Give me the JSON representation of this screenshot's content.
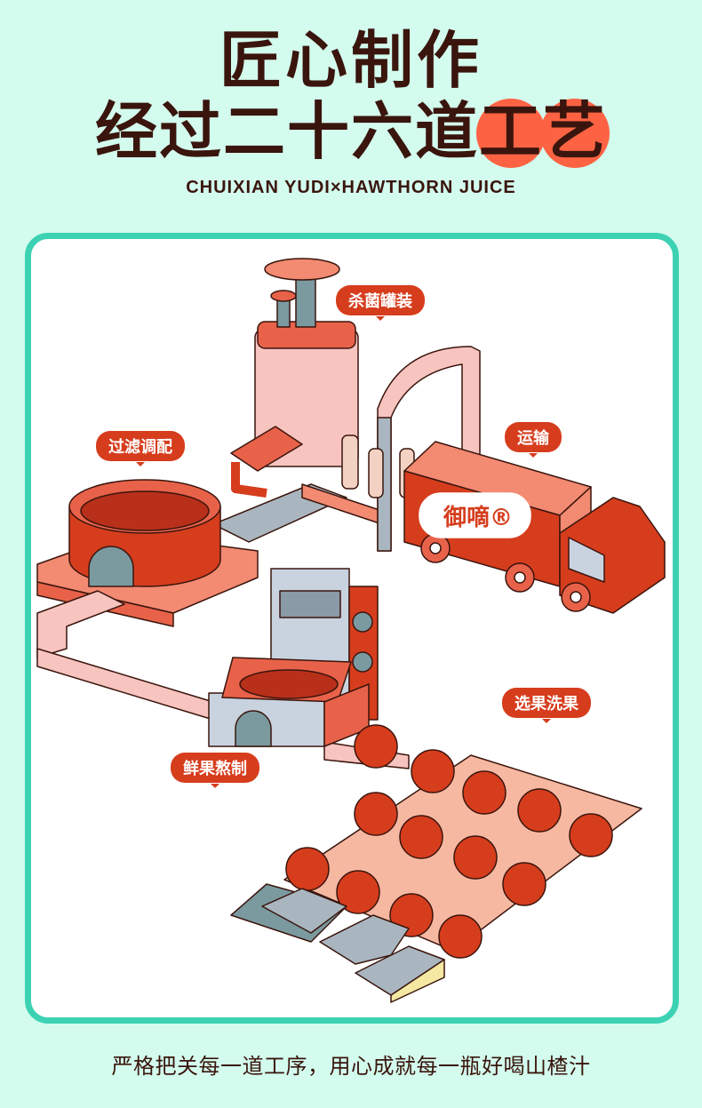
{
  "header": {
    "title_line1": "匠心制作",
    "title_line2_prefix": "经过二十六道",
    "title_highlight_1": "工",
    "title_highlight_2": "艺",
    "subtitle": "CHUIXIAN YUDI×HAWTHORN JUICE"
  },
  "process_labels": {
    "sterilize": "杀菌罐装",
    "filter": "过滤调配",
    "transport": "运输",
    "select_wash": "选果洗果",
    "boil": "鲜果熬制"
  },
  "truck_logo": "御嘀®",
  "footer": "严格把关每一道工序，用心成就每一瓶好喝山楂汁",
  "colors": {
    "background": "#d3fcee",
    "card_border": "#3dd1b4",
    "title": "#3a150d",
    "accent": "#d63d1d",
    "highlight": "#fd6343"
  }
}
